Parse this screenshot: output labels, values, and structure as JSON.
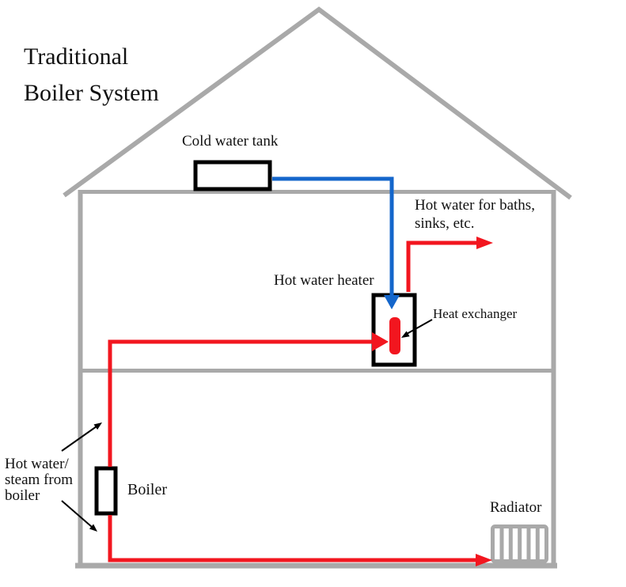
{
  "title": {
    "line1": "Traditional",
    "line2": "Boiler System"
  },
  "labels": {
    "cold_water_tank": "Cold water tank",
    "hot_water_output_line1": "Hot water for baths,",
    "hot_water_output_line2": "sinks, etc.",
    "hot_water_heater": "Hot water heater",
    "heat_exchanger": "Heat exchanger",
    "boiler": "Boiler",
    "boiler_supply_line1": "Hot water/",
    "boiler_supply_line2": "steam from",
    "boiler_supply_line3": "boiler",
    "radiator": "Radiator"
  },
  "colors": {
    "structure_gray": "#a9a9a9",
    "component_black": "#000000",
    "cold_pipe_blue": "#1466cb",
    "hot_pipe_red": "#f2161f",
    "text_black": "#111111"
  }
}
